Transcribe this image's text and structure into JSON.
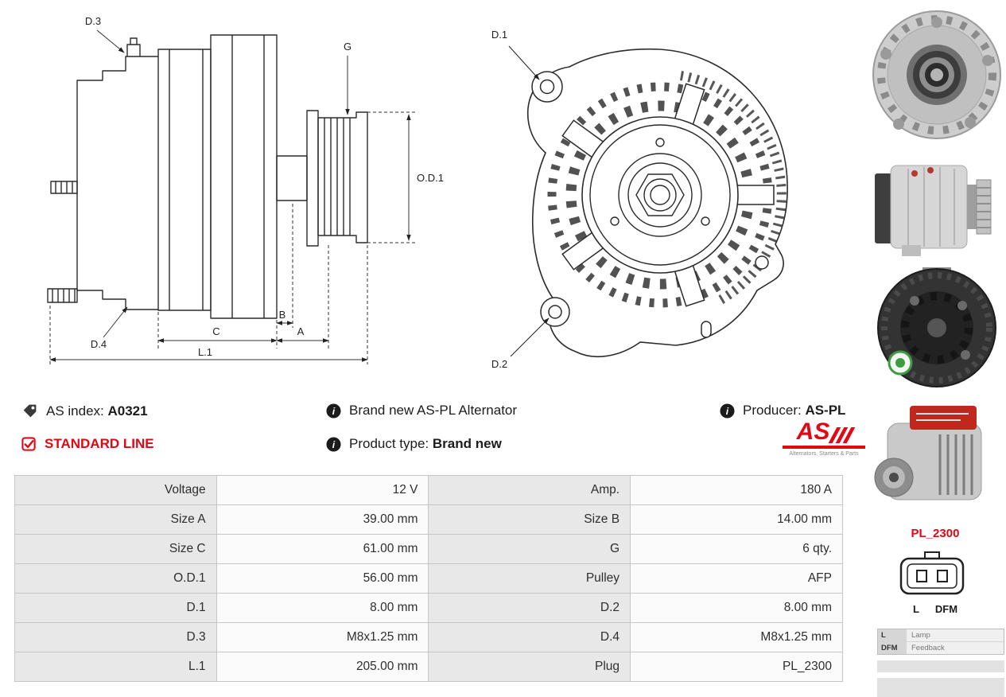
{
  "accent": {
    "red": "#e30613"
  },
  "drawings": {
    "side_view": {
      "d3": "D.3",
      "g": "G",
      "d4": "D.4",
      "c": "C",
      "b": "B",
      "a": "A",
      "l1": "L.1",
      "od1": "O.D.1"
    },
    "front_view": {
      "d1": "D.1",
      "d2": "D.2"
    }
  },
  "info": {
    "as_index_label": "AS index:",
    "as_index_value": "A0321",
    "standard_line_label": "STANDARD LINE",
    "brand_new_text": "Brand new AS-PL Alternator",
    "product_type_label": "Product type:",
    "product_type_value": "Brand new",
    "producer_label": "Producer:",
    "producer_value": "AS-PL"
  },
  "logo": {
    "text": "AS",
    "tagline": "Alternators, Starters & Parts"
  },
  "plug": {
    "code": "PL_2300",
    "pin_left": "L",
    "pin_right": "DFM",
    "legend": [
      {
        "key": "L",
        "value": "Lamp"
      },
      {
        "key": "DFM",
        "value": "Feedback"
      }
    ]
  },
  "spec_table": {
    "rows": [
      {
        "c0": "Voltage",
        "c1": "12 V",
        "c2": "Amp.",
        "c3": "180 A"
      },
      {
        "c0": "Size A",
        "c1": "39.00 mm",
        "c2": "Size B",
        "c3": "14.00 mm"
      },
      {
        "c0": "Size C",
        "c1": "61.00 mm",
        "c2": "G",
        "c3": "6 qty."
      },
      {
        "c0": "O.D.1",
        "c1": "56.00 mm",
        "c2": "Pulley",
        "c3": "AFP"
      },
      {
        "c0": "D.1",
        "c1": "8.00 mm",
        "c2": "D.2",
        "c3": "8.00 mm"
      },
      {
        "c0": "D.3",
        "c1": "M8x1.25 mm",
        "c2": "D.4",
        "c3": "M8x1.25 mm"
      },
      {
        "c0": "L.1",
        "c1": "205.00 mm",
        "c2": "Plug",
        "c3": "PL_2300"
      }
    ]
  }
}
